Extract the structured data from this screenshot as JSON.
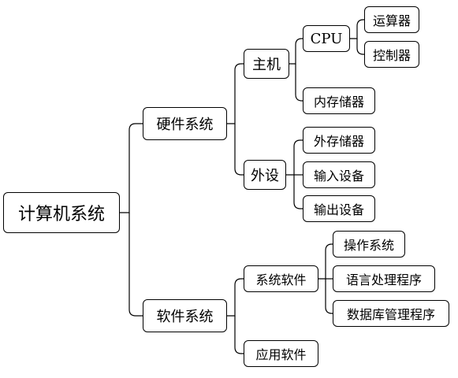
{
  "diagram": {
    "root": "计算机系统",
    "hardware": {
      "label": "硬件系统",
      "host": {
        "label": "主机",
        "cpu": {
          "label": "CPU",
          "alu": "运算器",
          "controller": "控制器"
        },
        "memory": "内存储器"
      },
      "peripherals": {
        "label": "外设",
        "storage": "外存储器",
        "input": "输入设备",
        "output": "输出设备"
      }
    },
    "software": {
      "label": "软件系统",
      "system": {
        "label": "系统软件",
        "os": "操作系统",
        "language": "语言处理程序",
        "dbms": "数据库管理程序"
      },
      "application": "应用软件"
    }
  }
}
